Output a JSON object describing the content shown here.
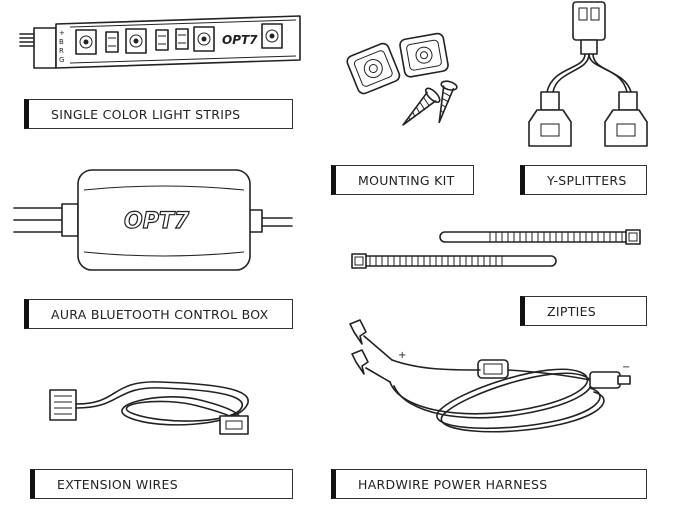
{
  "items": [
    {
      "label": "SINGLE COLOR LIGHT STRIPS"
    },
    {
      "label": "MOUNTING KIT"
    },
    {
      "label": "Y-SPLITTERS"
    },
    {
      "label": "AURA BLUETOOTH CONTROL BOX"
    },
    {
      "label": "ZIPTIES"
    },
    {
      "label": "EXTENSION WIRES"
    },
    {
      "label": "HARDWIRE POWER HARNESS"
    }
  ],
  "strip": {
    "logo": "OPT7",
    "pins": [
      "+",
      "B",
      "R",
      "G"
    ]
  },
  "control_box": {
    "logo": "OPT7"
  },
  "harness": {
    "plus_sign": "+",
    "minus_sign": "−"
  }
}
